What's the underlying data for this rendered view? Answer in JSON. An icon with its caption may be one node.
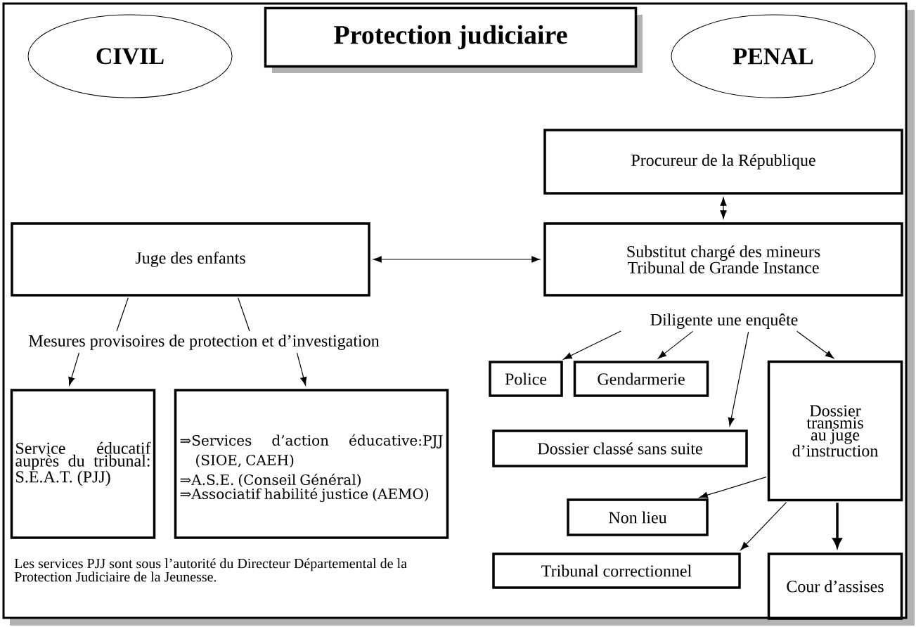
{
  "diagram": {
    "nodes": [
      {
        "text": [
          "Protection judiciaire"
        ]
      },
      {
        "text": [
          "CIVIL"
        ]
      },
      {
        "text": [
          "PENAL"
        ]
      },
      {
        "text": [
          "Procureur de la République"
        ]
      },
      {
        "text": [
          "Juge des enfants"
        ]
      },
      {
        "text": [
          "Substitut chargé des mineurs Tribunal de Grande Instance"
        ]
      },
      {
        "text": [
          "Mesures provisoires de protection et d’investigation"
        ]
      },
      {
        "text": [
          "Diligente une enquête"
        ]
      },
      {
        "text": [
          "Service éducatif auprès du tribunal: S.E.A.T. (PJJ)"
        ]
      },
      {
        "text": [
          "⇒Services d’action éducative:PJJ (SIOE, CAEH)",
          "⇒A.S.E. (Conseil Général)",
          "⇒Associatif habilité justice (AEMO)"
        ]
      },
      {
        "text": [
          "Police"
        ]
      },
      {
        "text": [
          "Gendarmerie"
        ]
      },
      {
        "text": [
          "Dossier classé sans suite"
        ]
      },
      {
        "text": [
          "Dossier transmis au juge d’instruction"
        ]
      },
      {
        "text": [
          "Non lieu"
        ]
      },
      {
        "text": [
          "Tribunal correctionnel"
        ]
      },
      {
        "text": [
          "Cour d’assises"
        ]
      }
    ],
    "edges": [
      {
        "from": 3,
        "to": 5,
        "arrow": "both"
      },
      {
        "from": 4,
        "to": 5,
        "arrow": "both"
      },
      {
        "from": 4,
        "to": 6,
        "arrow": "none"
      },
      {
        "from": 4,
        "to": 6,
        "arrow": "none"
      },
      {
        "from": 6,
        "to": 8,
        "arrow": "to"
      },
      {
        "from": 6,
        "to": 9,
        "arrow": "to"
      },
      {
        "from": 7,
        "to": 10,
        "arrow": "to"
      },
      {
        "from": 7,
        "to": 11,
        "arrow": "to"
      },
      {
        "from": 7,
        "to": 12,
        "arrow": "to"
      },
      {
        "from": 7,
        "to": 13,
        "arrow": "to"
      },
      {
        "from": 13,
        "to": 14,
        "arrow": "to"
      },
      {
        "from": 13,
        "to": 15,
        "arrow": "to"
      },
      {
        "from": 13,
        "to": 16,
        "arrow": "to",
        "style": "thick"
      }
    ],
    "labels": [
      "Les services PJJ sont sous l’autorité du Directeur Départemental de la Protection Judiciaire de la Jeunesse."
    ]
  }
}
